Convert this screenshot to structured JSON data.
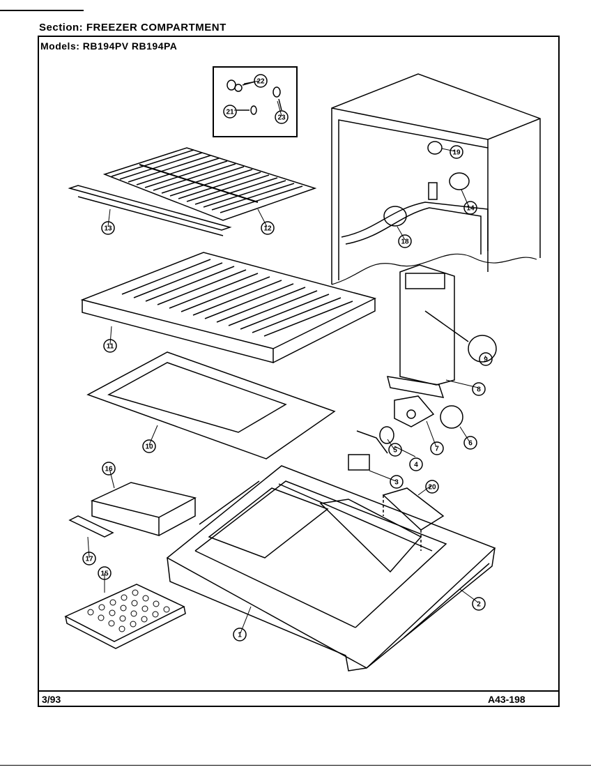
{
  "header": {
    "section_label": "Section:",
    "section_value": "FREEZER COMPARTMENT",
    "models_label": "Models:",
    "models_value": "RB194PV RB194PA"
  },
  "footer": {
    "date": "3/93",
    "page_code": "A43-198"
  },
  "callouts": [
    {
      "key": "c1",
      "label": "1"
    },
    {
      "key": "c2",
      "label": "2"
    },
    {
      "key": "c3",
      "label": "3"
    },
    {
      "key": "c4",
      "label": "4"
    },
    {
      "key": "c5",
      "label": "5"
    },
    {
      "key": "c6",
      "label": "6"
    },
    {
      "key": "c7",
      "label": "7"
    },
    {
      "key": "c8",
      "label": "8"
    },
    {
      "key": "c9",
      "label": "9"
    },
    {
      "key": "c10",
      "label": "10"
    },
    {
      "key": "c11",
      "label": "11"
    },
    {
      "key": "c12",
      "label": "12"
    },
    {
      "key": "c13",
      "label": "13"
    },
    {
      "key": "c14",
      "label": "14"
    },
    {
      "key": "c15",
      "label": "15"
    },
    {
      "key": "c16",
      "label": "16"
    },
    {
      "key": "c17",
      "label": "17"
    },
    {
      "key": "c18",
      "label": "18"
    },
    {
      "key": "c19",
      "label": "19"
    },
    {
      "key": "c20",
      "label": "20"
    },
    {
      "key": "c21",
      "label": "21"
    },
    {
      "key": "c22",
      "label": "22"
    },
    {
      "key": "c23",
      "label": "23"
    }
  ]
}
